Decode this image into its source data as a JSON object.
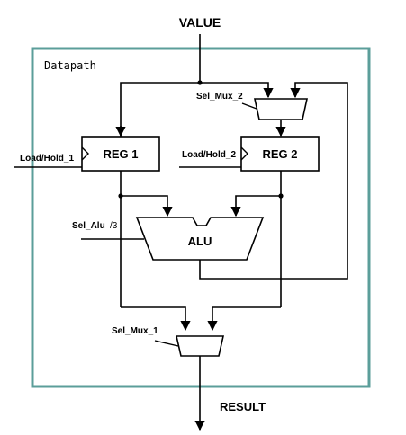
{
  "title_input": "VALUE",
  "title_output": "RESULT",
  "container_label": "Datapath",
  "blocks": {
    "reg1": "REG 1",
    "reg2": "REG 2",
    "alu": "ALU"
  },
  "signals": {
    "sel_mux_2": "Sel_Mux_2",
    "load_hold_1": "Load/Hold_1",
    "load_hold_2": "Load/Hold_2",
    "sel_alu": "Sel_Alu",
    "sel_alu_width": "/3",
    "sel_mux_1": "Sel_Mux_1"
  },
  "colors": {
    "frame": "#5b9e9a",
    "wire": "#000000",
    "block_fill": "#ffffff"
  }
}
